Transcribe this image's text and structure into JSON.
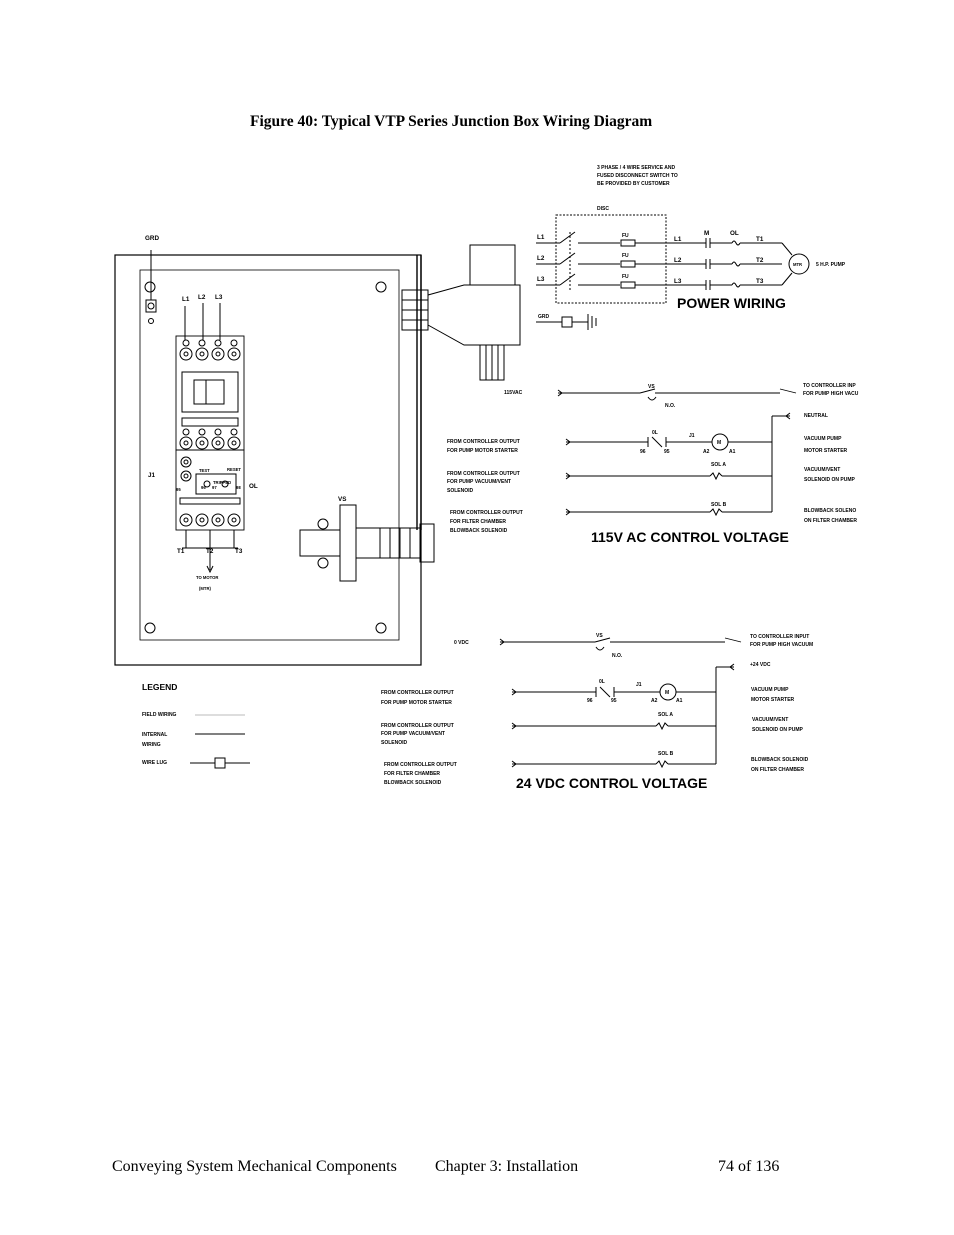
{
  "figure_title": "Figure 40:  Typical VTP Series Junction Box Wiring Diagram",
  "footer": {
    "left": "Conveying System Mechanical Components",
    "chapter": "Chapter 3: Installation",
    "page": "74 of 136"
  },
  "junction_box": {
    "grd": "GRD",
    "lines": [
      "L1",
      "L2",
      "L3"
    ],
    "terminals": [
      "T1",
      "T2",
      "T3"
    ],
    "j1": "J1",
    "ol": "OL",
    "vs": "VS",
    "test": "TEST",
    "reset": "RESET",
    "tripped": "TRIPPED",
    "contacts": [
      "95",
      "96",
      "97",
      "98"
    ],
    "to_motor": "TO MOTOR",
    "mtr_paren": "(MTR)"
  },
  "power": {
    "service_note": [
      "3 PHASE / 4 WIRE SERVICE AND",
      "FUSED DISCONNECT SWITCH TO",
      "BE PROVIDED BY CUSTOMER"
    ],
    "disc": "DISC",
    "in_lines": [
      "L1",
      "L2",
      "L3"
    ],
    "fu": "FU",
    "out_lines": [
      "L1",
      "L2",
      "L3"
    ],
    "m": "M",
    "ol": "OL",
    "terminals": [
      "T1",
      "T2",
      "T3"
    ],
    "mtr": "MTR",
    "pump": "5 H.P. PUMP",
    "grd": "GRD",
    "heading": "POWER WIRING"
  },
  "ac": {
    "supply": "115VAC",
    "vs": "VS",
    "no": "N.O.",
    "to_controller": [
      "TO CONTROLLER INP",
      "FOR PUMP HIGH VACU"
    ],
    "neutral": "NEUTRAL",
    "ol": "0L",
    "j1": "J1",
    "m": "M",
    "n96": "96",
    "n95": "95",
    "a2": "A2",
    "a1": "A1",
    "sol_a": "SOL A",
    "sol_b": "SOL B",
    "src1": [
      "FROM CONTROLLER OUTPUT",
      "FOR PUMP MOTOR STARTER"
    ],
    "src2": [
      "FROM CONTROLLER OUTPUT",
      "FOR PUMP VACUUM/VENT",
      "SOLENOID"
    ],
    "src3": [
      "FROM CONTROLLER OUTPUT",
      "FOR FILTER CHAMBER",
      "BLOWBACK SOLENOID"
    ],
    "dest1": [
      "VACUUM PUMP",
      "MOTOR STARTER"
    ],
    "dest2": [
      "VACUUM/VENT",
      "SOLENOID ON PUMP"
    ],
    "dest3": [
      "BLOWBACK SOLENO",
      "ON FILTER CHAMBER"
    ],
    "heading": "115V AC CONTROL VOLTAGE"
  },
  "dc": {
    "supply": "0 VDC",
    "vs": "VS",
    "no": "N.O.",
    "to_controller": [
      "TO CONTROLLER INPUT",
      "FOR PUMP HIGH VACUUM"
    ],
    "plus24": "+24 VDC",
    "ol": "0L",
    "j1": "J1",
    "m": "M",
    "n96": "96",
    "n95": "95",
    "a2": "A2",
    "a1": "A1",
    "sol_a": "SOL A",
    "sol_b": "SOL B",
    "src1": [
      "FROM CONTROLLER OUTPUT",
      "FOR PUMP MOTOR STARTER"
    ],
    "src2": [
      "FROM CONTROLLER OUTPUT",
      "FOR PUMP VACUUM/VENT",
      "SOLENOID"
    ],
    "src3": [
      "FROM CONTROLLER OUTPUT",
      "FOR FILTER CHAMBER",
      "BLOWBACK SOLENOID"
    ],
    "dest1": [
      "VACUUM PUMP",
      "MOTOR STARTER"
    ],
    "dest2": [
      "VACUUM/VENT",
      "SOLENOID ON PUMP"
    ],
    "dest3": [
      "BLOWBACK SOLENOID",
      "ON FILTER CHAMBER"
    ],
    "heading": "24 VDC CONTROL VOLTAGE"
  },
  "legend": {
    "title": "LEGEND",
    "field": "FIELD WIRING",
    "internal": [
      "INTERNAL",
      "WIRING"
    ],
    "lug": "WIRE LUG"
  }
}
